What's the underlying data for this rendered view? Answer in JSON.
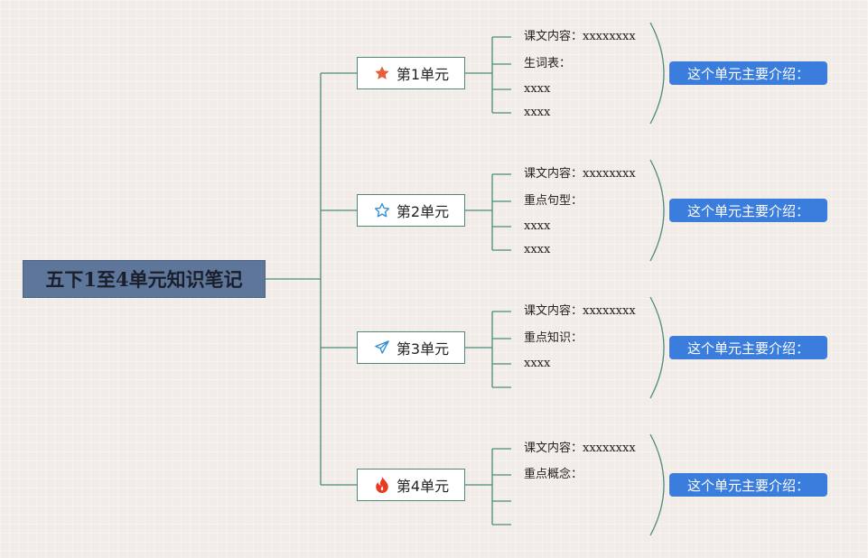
{
  "root": {
    "title": "五下1至4单元知识笔记"
  },
  "units": [
    {
      "label": "第1单元",
      "icon": "star-filled-icon",
      "icon_color": "#e5603a",
      "leaves": [
        "课文内容：xxxxxxxx",
        "生词表：",
        "xxxx",
        "xxxx"
      ],
      "summary": "这个单元主要介绍："
    },
    {
      "label": "第2单元",
      "icon": "star-outline-icon",
      "icon_color": "#2f8fd3",
      "leaves": [
        "课文内容：xxxxxxxx",
        "重点句型：",
        "xxxx",
        "xxxx"
      ],
      "summary": "这个单元主要介绍："
    },
    {
      "label": "第3单元",
      "icon": "paper-plane-icon",
      "icon_color": "#2f8fd3",
      "leaves": [
        "课文内容：xxxxxxxx",
        "重点知识：",
        "xxxx",
        ""
      ],
      "summary": "这个单元主要介绍："
    },
    {
      "label": "第4单元",
      "icon": "flame-icon",
      "icon_color": "#e83a22",
      "leaves": [
        "课文内容：xxxxxxxx",
        "重点概念：",
        "",
        ""
      ],
      "summary": "这个单元主要介绍："
    }
  ],
  "colors": {
    "connector": "#4e8a7b",
    "root_fill": "#5e769a",
    "summary_fill": "#3b7ddc"
  }
}
